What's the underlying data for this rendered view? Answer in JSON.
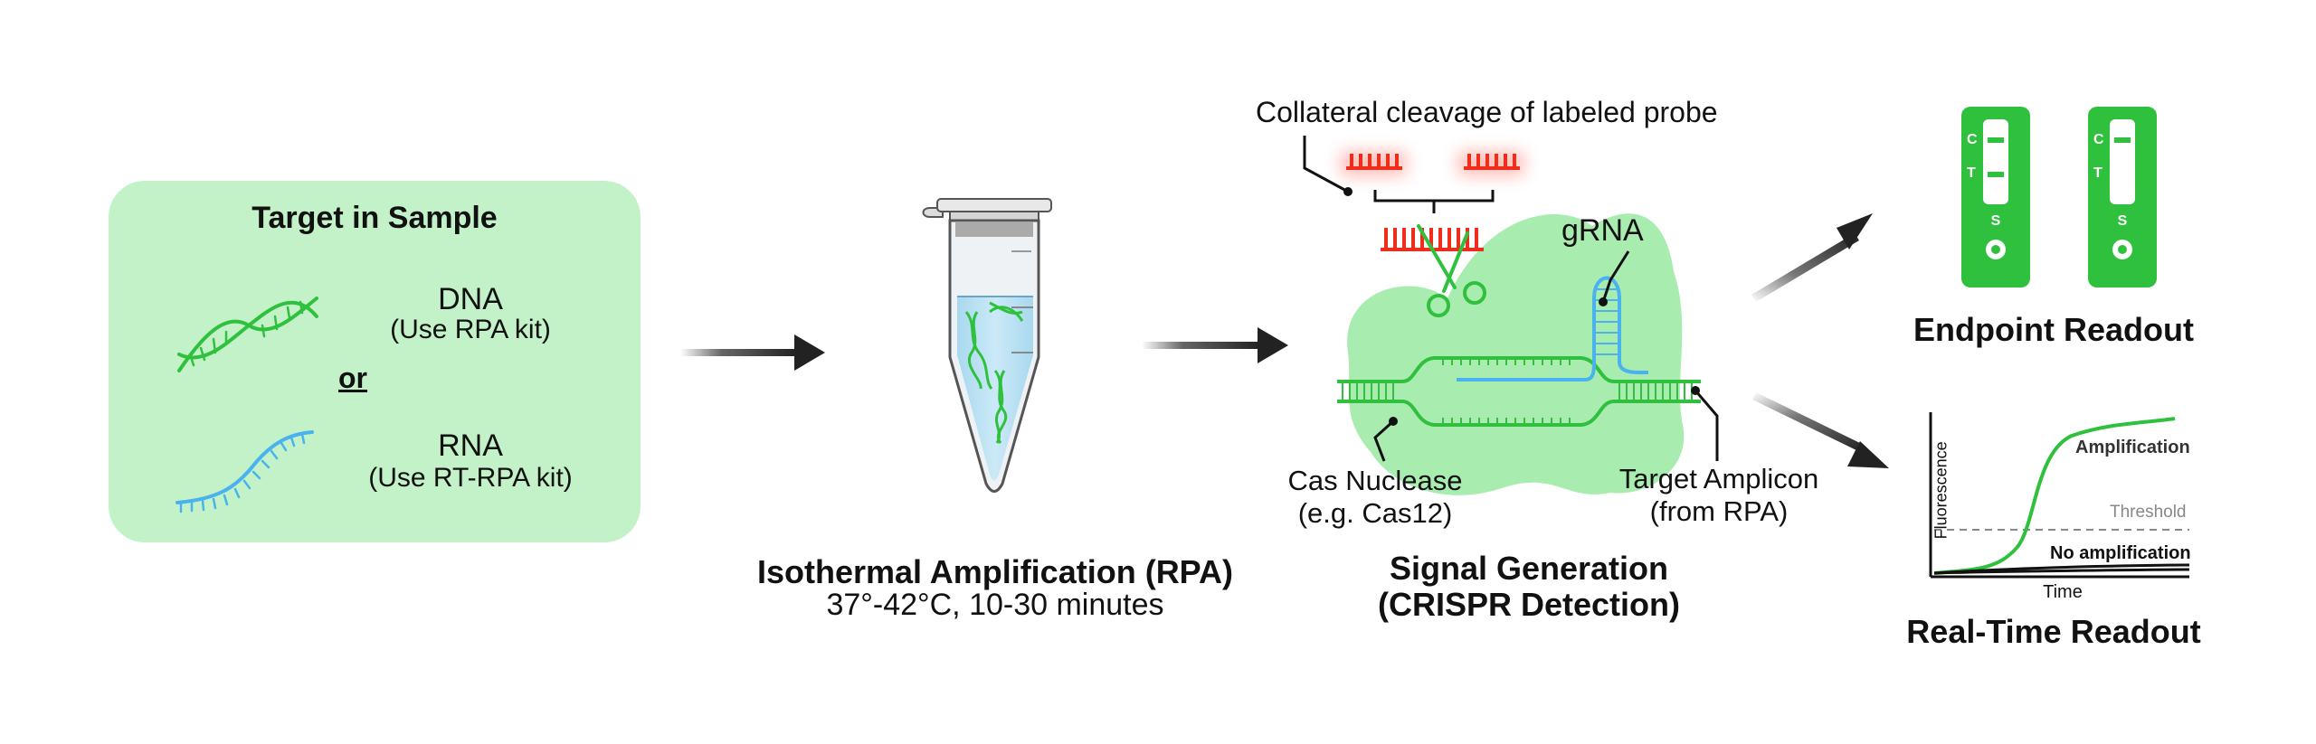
{
  "sample": {
    "title": "Target in Sample",
    "dna_label": "DNA",
    "dna_kit": "(Use RPA kit)",
    "or_label": "or",
    "rna_label": "RNA",
    "rna_kit": "(Use RT-RPA kit)"
  },
  "amplification": {
    "title": "Isothermal Amplification (RPA)",
    "conditions": "37°-42°C, 10-30 minutes"
  },
  "crispr": {
    "probe_label": "Collateral cleavage of labeled probe",
    "grna_label": "gRNA",
    "cas_label": "Cas Nuclease",
    "cas_example": "(e.g. Cas12)",
    "amplicon_label": "Target Amplicon",
    "amplicon_source": "(from RPA)",
    "title_line1": "Signal Generation",
    "title_line2": "(CRISPR Detection)"
  },
  "endpoint": {
    "title": "Endpoint Readout",
    "strip_c": "C",
    "strip_t": "T",
    "strip_s": "S"
  },
  "realtime": {
    "title": "Real-Time Readout",
    "y_label": "Fluorescence",
    "x_label": "Time",
    "amplification_label": "Amplification",
    "threshold_label": "Threshold",
    "no_amp_label": "No amplification"
  },
  "colors": {
    "panel_green": "#c3f2c8",
    "blob_green": "#a9ecb0",
    "strand_green": "#2fc13d",
    "rna_blue": "#4ab2ee",
    "probe_red": "#f02d1a",
    "arrow": "#222222"
  }
}
